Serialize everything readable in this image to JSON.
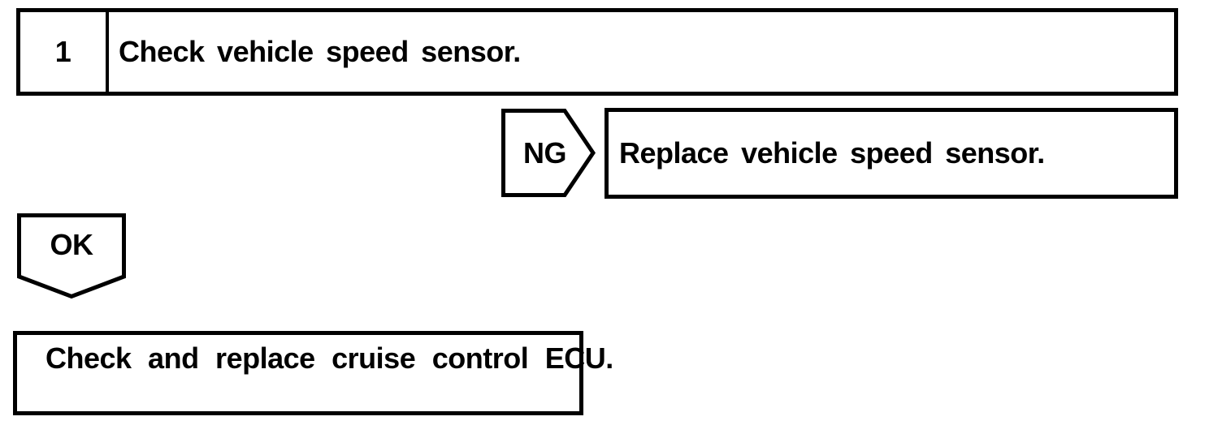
{
  "page": {
    "background_color": "#ffffff",
    "line_color": "#000000",
    "text_color": "#000000"
  },
  "flowchart": {
    "step": {
      "number": "1",
      "instruction": "Check vehicle speed sensor."
    },
    "ng_branch": {
      "connector_label": "NG",
      "action": "Replace vehicle speed sensor."
    },
    "ok_branch": {
      "connector_label": "OK"
    },
    "final_step": {
      "action": "Check and replace cruise control ECU."
    }
  }
}
